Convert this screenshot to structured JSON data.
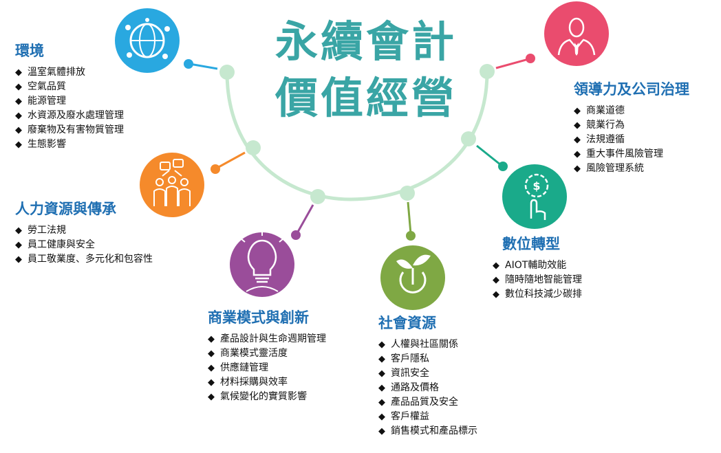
{
  "title": {
    "line1": "永續會計",
    "line2": "價值經營"
  },
  "colors": {
    "arc": "#c6e8cf",
    "env": "#29a8e0",
    "hr": "#f58a2b",
    "biz": "#9a4d9a",
    "soc": "#7fa844",
    "dig": "#1aaa8a",
    "gov": "#ea4c6e",
    "heading": "#1f6fb2",
    "title": "#3aa5a5"
  },
  "groups": {
    "environment": {
      "title": "環境",
      "items": [
        "溫室氣體排放",
        "空氣品質",
        "能源管理",
        "水資源及廢水處理管理",
        "廢棄物及有害物質管理",
        "生態影響"
      ]
    },
    "human": {
      "title": "人力資源與傳承",
      "items": [
        "勞工法規",
        "員工健康與安全",
        "員工敬業度、多元化和包容性"
      ]
    },
    "business": {
      "title": "商業模式與創新",
      "items": [
        "產品設計與生命週期管理",
        "商業模式靈活度",
        "供應鏈管理",
        "材料採購與效率",
        "氣候變化的實質影響"
      ]
    },
    "social": {
      "title": "社會資源",
      "items": [
        "人權與社區關係",
        "客戶隱私",
        "資訊安全",
        "通路及價格",
        "產品品質及安全",
        "客戶權益",
        "銷售模式和產品標示"
      ]
    },
    "digital": {
      "title": "數位轉型",
      "items": [
        "AIOT輔助效能",
        "隨時隨地智能管理",
        "數位科技減少碳排"
      ]
    },
    "governance": {
      "title": "領導力及公司治理",
      "items": [
        "商業道德",
        "競業行為",
        "法規遵循",
        "重大事件風險管理",
        "風險管理系統"
      ]
    }
  },
  "icons": {
    "environment": "globe-network-icon",
    "human": "team-high-five-icon",
    "business": "lightbulb-icon",
    "social": "sprout-power-icon",
    "digital": "dollar-gear-touch-icon",
    "governance": "businessman-icon"
  }
}
